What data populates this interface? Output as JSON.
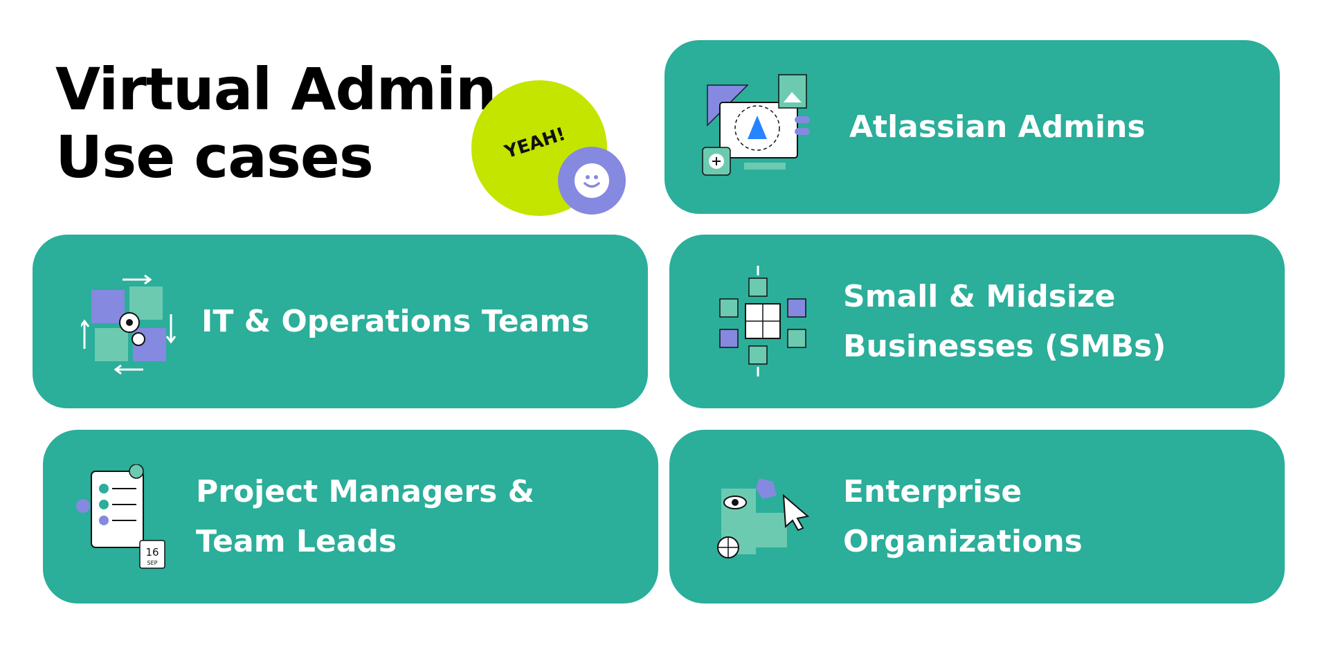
{
  "title": {
    "line1": "Virtual Admin",
    "line2": "Use cases"
  },
  "badge": {
    "text": "YEAH!",
    "icon": "smiley-icon"
  },
  "colors": {
    "card": "#2BAE9A",
    "lime": "#C3E500",
    "purple": "#8689E0",
    "light_teal": "#6CCAB0"
  },
  "cards": [
    {
      "line1": "Atlassian Admins",
      "icon": "atlassian-design-icon"
    },
    {
      "line1": "IT & Operations Teams",
      "icon": "puzzle-gears-icon"
    },
    {
      "line1": "Small & Midsize",
      "line2": "Businesses (SMBs)",
      "icon": "cubes-icon"
    },
    {
      "line1": "Project Managers &",
      "line2": "Team Leads",
      "icon": "checklist-calendar-icon",
      "calendar_day": "16",
      "calendar_month": "SEP"
    },
    {
      "line1": "Enterprise",
      "line2": "Organizations",
      "icon": "puzzle-eye-globe-icon"
    }
  ]
}
